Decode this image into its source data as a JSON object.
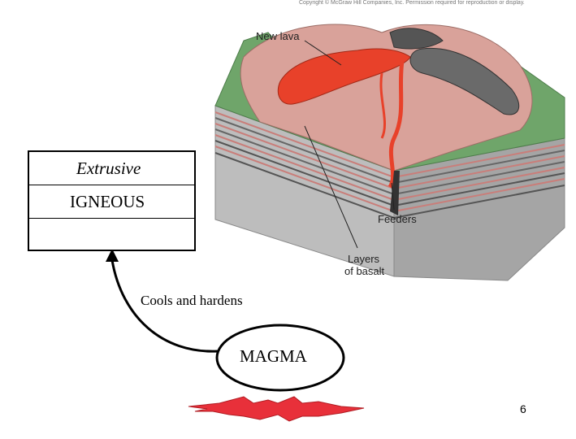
{
  "copyright": "Copyright © McGraw Hill Companies, Inc. Permission required for reproduction or display.",
  "rock_box": {
    "row1": "Extrusive",
    "row2": "IGNEOUS",
    "row3": ""
  },
  "caption": "Cools and hardens",
  "magma": "MAGMA",
  "diagram_labels": {
    "new_lava": "New lava",
    "feeders": "Feeders",
    "layers_line1": "Layers",
    "layers_line2": "of basalt"
  },
  "slide_number": "6",
  "colors": {
    "lava": "#e8412a",
    "surface_pink": "#d9a29a",
    "grass": "#6fa56a",
    "rock_gray": "#a9a9a9",
    "star_red": "#e8303a"
  }
}
